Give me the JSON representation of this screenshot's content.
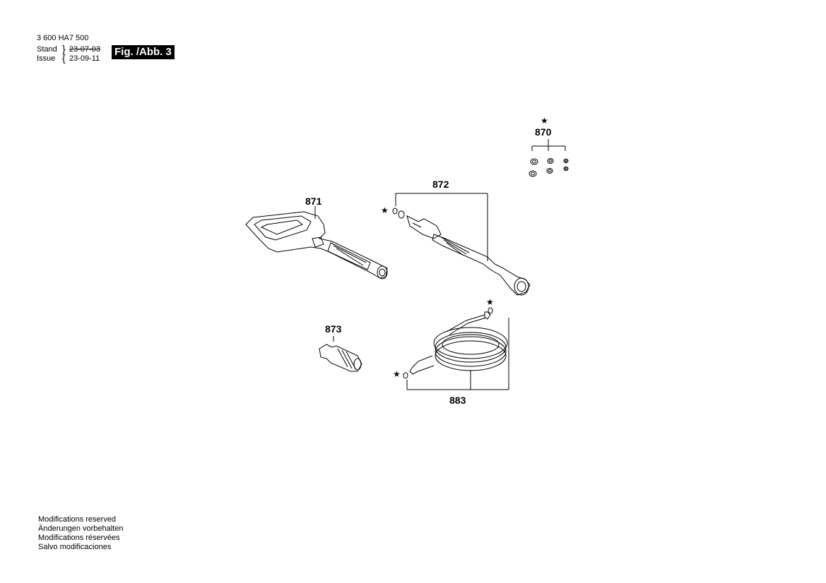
{
  "header": {
    "part_number": "3 600 HA7 500",
    "stand_label": "Stand",
    "issue_label": "Issue",
    "stand_date": "23-07-03",
    "issue_date": "23-09-11",
    "figure_label": "Fig. /Abb. 3"
  },
  "parts": {
    "p870": "870",
    "p871": "871",
    "p872": "872",
    "p873": "873",
    "p883": "883"
  },
  "star_symbol": "★",
  "footer": {
    "lines": [
      "Modifications reserved",
      "Änderungen vorbehalten",
      "Modifications réservées",
      "Salvo modificaciones"
    ]
  }
}
